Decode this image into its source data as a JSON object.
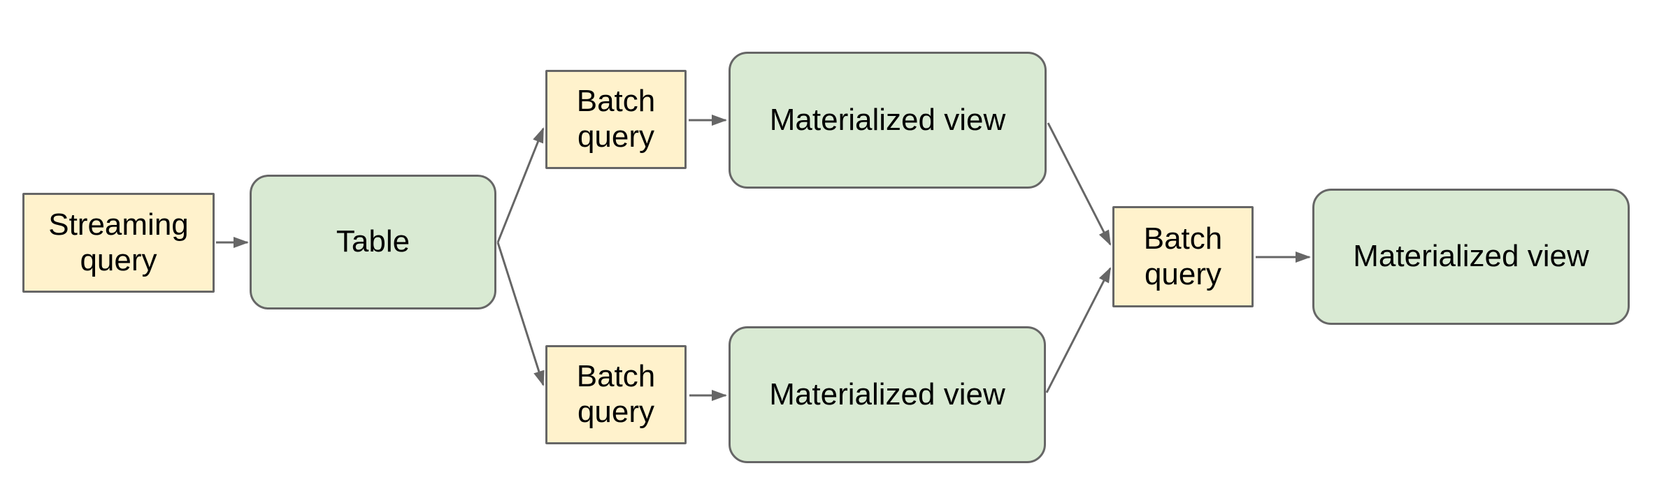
{
  "diagram": {
    "nodes": [
      {
        "id": "streaming-query",
        "label": "Streaming query",
        "kind": "query"
      },
      {
        "id": "table",
        "label": "Table",
        "kind": "table"
      },
      {
        "id": "batch-query-top",
        "label": "Batch query",
        "kind": "query"
      },
      {
        "id": "materialized-view-top",
        "label": "Materialized view",
        "kind": "view"
      },
      {
        "id": "batch-query-bottom",
        "label": "Batch query",
        "kind": "query"
      },
      {
        "id": "materialized-view-bottom",
        "label": "Materialized view",
        "kind": "view"
      },
      {
        "id": "batch-query-right",
        "label": "Batch query",
        "kind": "query"
      },
      {
        "id": "materialized-view-right",
        "label": "Materialized view",
        "kind": "view"
      }
    ],
    "edges": [
      {
        "from": "streaming-query",
        "to": "table"
      },
      {
        "from": "table",
        "to": "batch-query-top"
      },
      {
        "from": "table",
        "to": "batch-query-bottom"
      },
      {
        "from": "batch-query-top",
        "to": "materialized-view-top"
      },
      {
        "from": "batch-query-bottom",
        "to": "materialized-view-bottom"
      },
      {
        "from": "materialized-view-top",
        "to": "batch-query-right"
      },
      {
        "from": "materialized-view-bottom",
        "to": "batch-query-right"
      },
      {
        "from": "batch-query-right",
        "to": "materialized-view-right"
      }
    ],
    "colors": {
      "query_fill": "#fff2cc",
      "view_fill": "#d9ead3",
      "node_border": "#666666",
      "connector": "#666666",
      "text": "#000000",
      "background": "#ffffff"
    }
  }
}
